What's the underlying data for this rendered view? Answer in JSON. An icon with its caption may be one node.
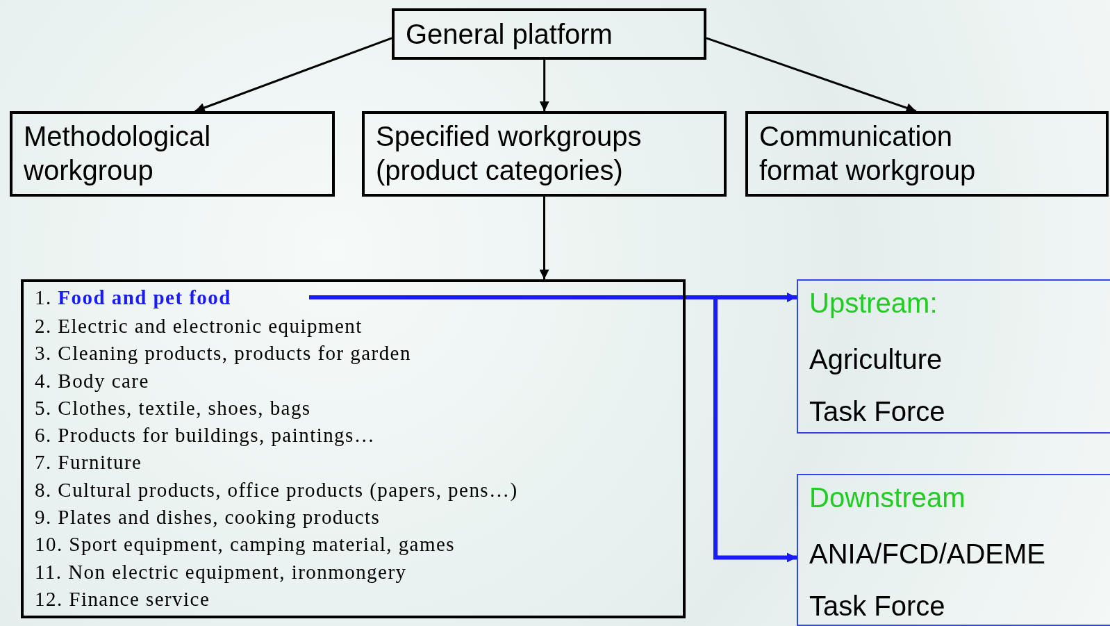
{
  "diagram": {
    "nodes": [
      {
        "text": [
          "General platform"
        ]
      },
      {
        "text": [
          "Methodological workgroup"
        ]
      },
      {
        "text": [
          "Specified workgroups (product categories)"
        ]
      },
      {
        "text": [
          "Communication format workgroup"
        ]
      },
      {
        "text": [
          "2. Electric and electronic equipment",
          "3. Cleaning products, products for garden",
          "4. Body care",
          "5. Clothes, textile, shoes, bags",
          "6. Products for buildings, paintings…",
          "7. Furniture",
          "8. Cultural products, office products (papers, pens…)",
          "9. Plates and dishes, cooking products",
          "10. Sport equipment, camping material, games",
          "11. Non electric equipment, ironmongery",
          "12. Finance service"
        ]
      },
      {
        "text": [
          "1. **Food and pet food**"
        ],
        "in": 4
      },
      {
        "text": [
          "Upstream:",
          "Agriculture",
          "Task Force"
        ]
      },
      {
        "text": [
          "Downstream",
          "ANIA/FCD/ADEME",
          "Task Force"
        ]
      }
    ],
    "edges": [
      {
        "from": 0,
        "to": 1,
        "arrow": "to"
      },
      {
        "from": 0,
        "to": 2,
        "arrow": "to"
      },
      {
        "from": 0,
        "to": 3,
        "arrow": "to"
      },
      {
        "from": 2,
        "to": 4,
        "arrow": "to"
      },
      {
        "from": 5,
        "to": 6,
        "arrow": "to",
        "style": "thick",
        "color": "#1a1aff"
      },
      {
        "from": 5,
        "to": 7,
        "arrow": "to",
        "style": "thick",
        "color": "#1a1aff"
      }
    ]
  }
}
